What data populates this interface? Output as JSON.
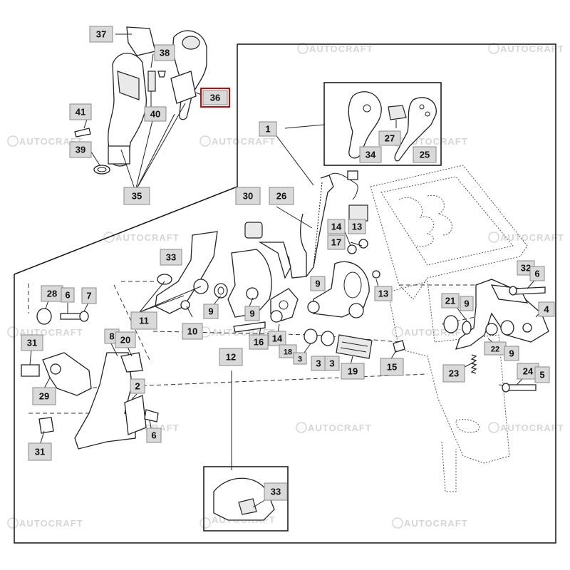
{
  "watermark": "AUTOCRAFT",
  "colors": {
    "callout_fill": "#d9d9d9",
    "selected_border": "#d80000"
  },
  "callouts": [
    {
      "label": "37"
    },
    {
      "label": "38"
    },
    {
      "label": "36",
      "selected": true
    },
    {
      "label": "41"
    },
    {
      "label": "40"
    },
    {
      "label": "39"
    },
    {
      "label": "35"
    },
    {
      "label": "1"
    },
    {
      "label": "27"
    },
    {
      "label": "34"
    },
    {
      "label": "25"
    },
    {
      "label": "30"
    },
    {
      "label": "26"
    },
    {
      "label": "14"
    },
    {
      "label": "13"
    },
    {
      "label": "17"
    },
    {
      "label": "33"
    },
    {
      "label": "9"
    },
    {
      "label": "32"
    },
    {
      "label": "6"
    },
    {
      "label": "28"
    },
    {
      "label": "6"
    },
    {
      "label": "7"
    },
    {
      "label": "11"
    },
    {
      "label": "9"
    },
    {
      "label": "9"
    },
    {
      "label": "13"
    },
    {
      "label": "21"
    },
    {
      "label": "9"
    },
    {
      "label": "4"
    },
    {
      "label": "10"
    },
    {
      "label": "16"
    },
    {
      "label": "14"
    },
    {
      "label": "8"
    },
    {
      "label": "20"
    },
    {
      "label": "31"
    },
    {
      "label": "12"
    },
    {
      "label": "18"
    },
    {
      "label": "3"
    },
    {
      "label": "3"
    },
    {
      "label": "3"
    },
    {
      "label": "19"
    },
    {
      "label": "15"
    },
    {
      "label": "22"
    },
    {
      "label": "9"
    },
    {
      "label": "29"
    },
    {
      "label": "2"
    },
    {
      "label": "23"
    },
    {
      "label": "24"
    },
    {
      "label": "5"
    },
    {
      "label": "31"
    },
    {
      "label": "6"
    },
    {
      "label": "33"
    }
  ]
}
